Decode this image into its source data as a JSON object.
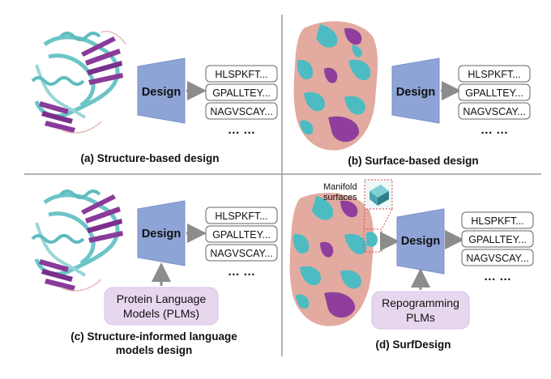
{
  "design_label": "Design",
  "sequences": [
    "HLSPKFT...",
    "GPALLTEY...",
    "NAGVSCAY..."
  ],
  "ellipsis": "… …",
  "captions": {
    "a": "(a) Structure-based design",
    "b": "(b) Surface-based design",
    "c_line1": "(c)  Structure-informed language",
    "c_line2": "models design",
    "d": "(d)  SurfDesign"
  },
  "plm_box": {
    "line1": "Protein Language",
    "line2": "Models (PLMs)"
  },
  "repro_box": {
    "line1": "Repogramming",
    "line2": "PLMs"
  },
  "manifold_label": {
    "line1": "Manifold",
    "line2": "surfaces"
  },
  "colors": {
    "helix": "#6cc5c7",
    "sheet": "#8a3b9a",
    "surface_pink": "#e3aaa0",
    "surface_cyan": "#4dbcc2",
    "surface_purple": "#8f3f9b",
    "design_block": "#8ea3d6",
    "plm_box": "#e7d7ee",
    "arrow": "#8c8c8c"
  }
}
